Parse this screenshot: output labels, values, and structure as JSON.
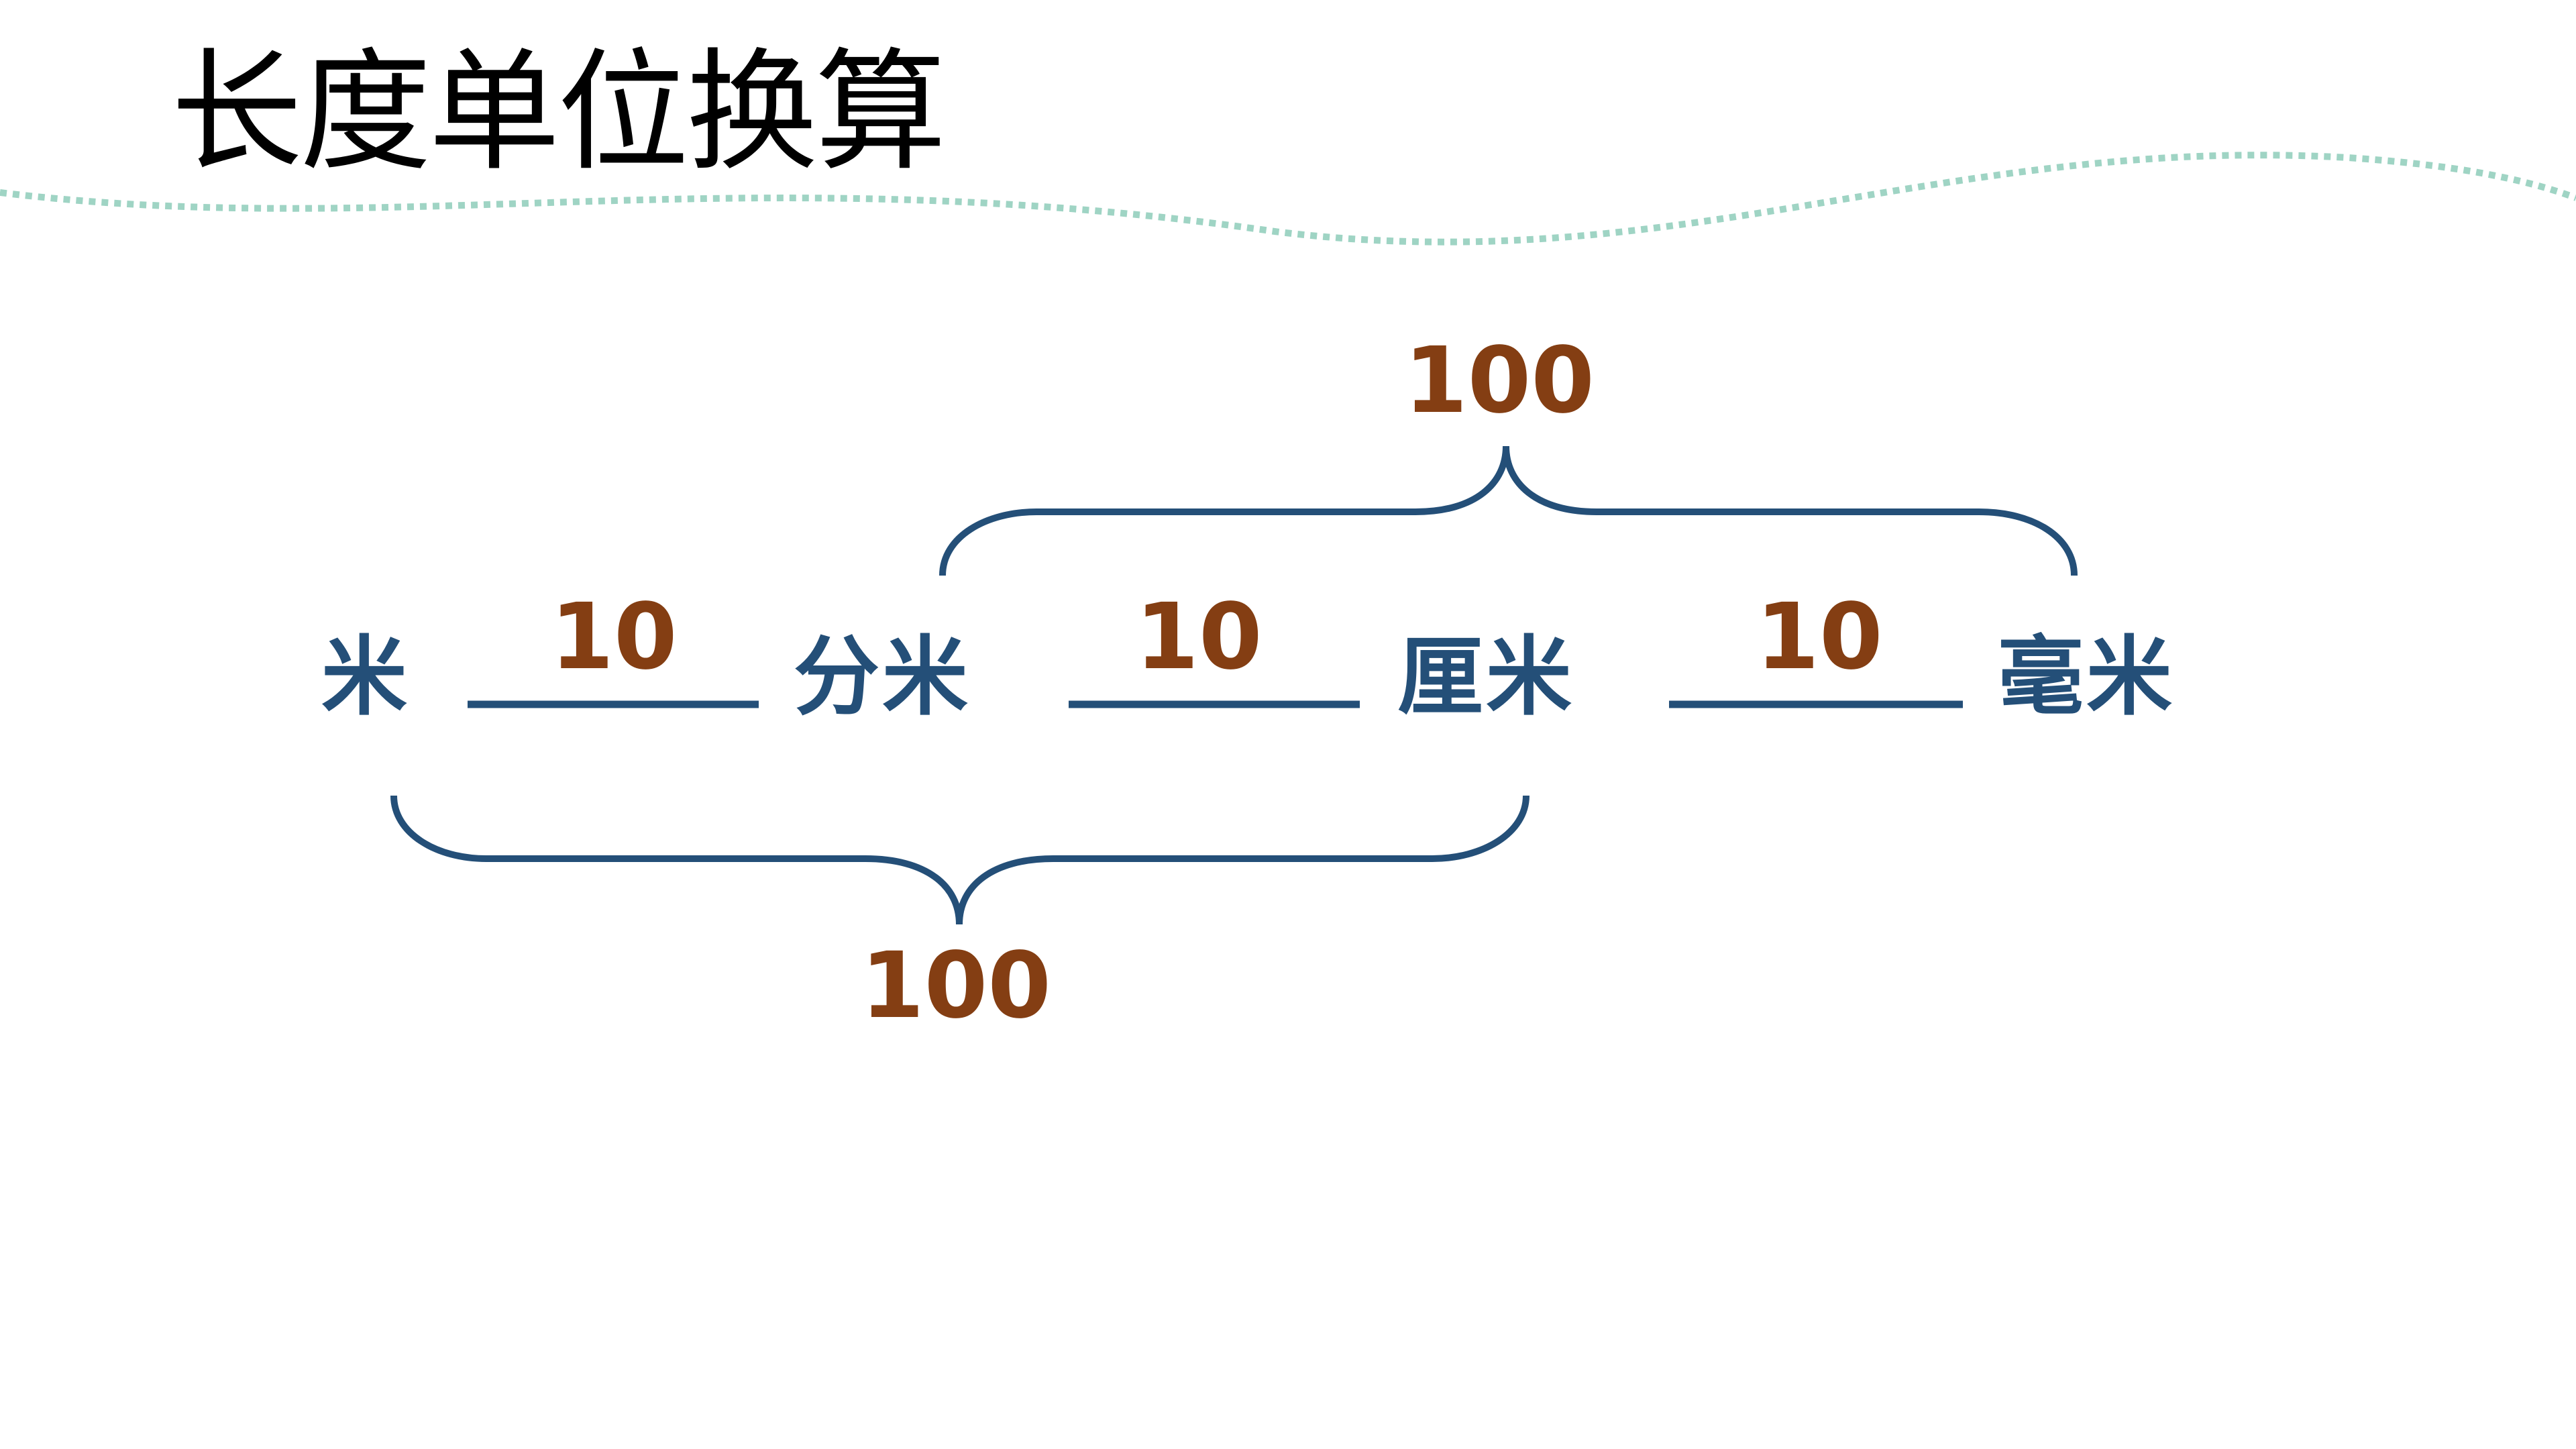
{
  "title": "长度单位换算",
  "units": [
    "米",
    "分米",
    "厘米",
    "毫米"
  ],
  "adjacent_factors": [
    "10",
    "10",
    "10"
  ],
  "brace_factors": {
    "top": "100",
    "bottom": "100"
  },
  "colors": {
    "unit_text": "#244f78",
    "line": "#244f78",
    "factor_text": "#843e13",
    "dotted_wave": "#9fd4c4",
    "title": "#000000"
  }
}
